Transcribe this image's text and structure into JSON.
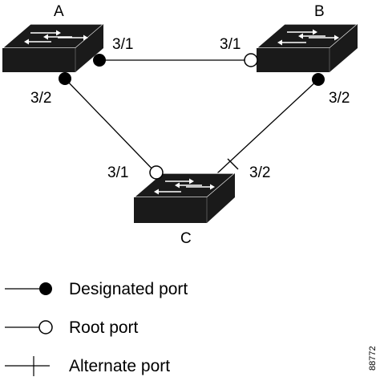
{
  "switches": {
    "a": {
      "name": "A"
    },
    "b": {
      "name": "B"
    },
    "c": {
      "name": "C"
    }
  },
  "ports": {
    "a_3_1": "3/1",
    "a_3_2": "3/2",
    "b_3_1": "3/1",
    "b_3_2": "3/2",
    "c_3_1": "3/1",
    "c_3_2": "3/2"
  },
  "legend": {
    "designated": "Designated port",
    "root": "Root port",
    "alternate": "Alternate port"
  },
  "figure_id": "88772",
  "colors": {
    "switch_fill": "#1a1a1a",
    "line": "#000000",
    "background": "#ffffff"
  },
  "port_states": {
    "a_3_1": "designated",
    "a_3_2": "designated",
    "b_3_1": "root",
    "b_3_2": "designated",
    "c_3_1": "root",
    "c_3_2": "alternate"
  }
}
